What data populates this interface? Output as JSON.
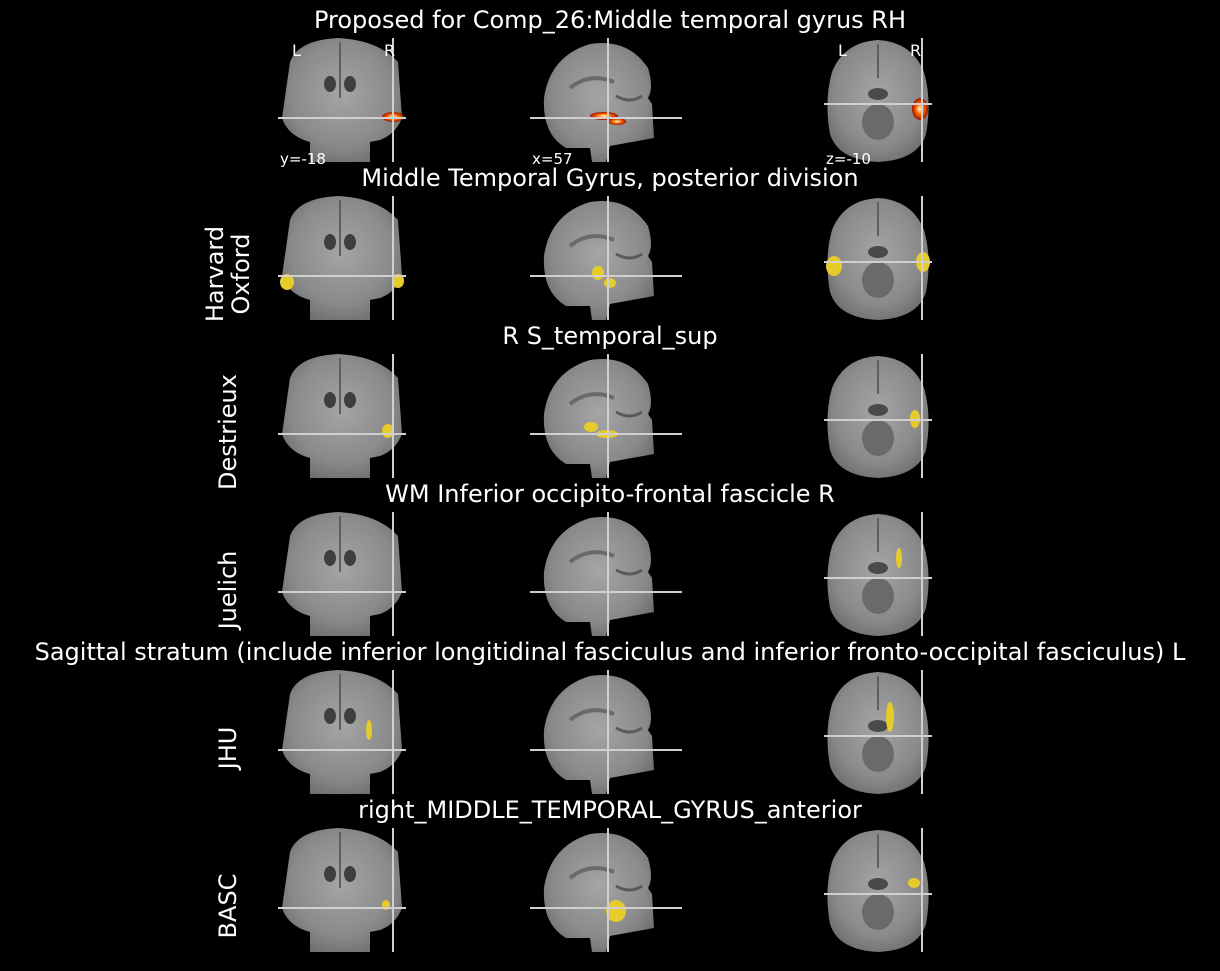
{
  "figure": {
    "rows": [
      {
        "title": "Proposed for Comp_26:Middle temporal gyrus RH",
        "atlas_label": "",
        "overlay": "heat",
        "orientation_left": "L",
        "orientation_right": "R",
        "coords": [
          "y=-18",
          "x=57",
          "z=-10"
        ]
      },
      {
        "title": "Middle Temporal Gyrus, posterior division",
        "atlas_label": "Harvard\nOxford",
        "overlay": "yellow"
      },
      {
        "title": "R S_temporal_sup",
        "atlas_label": "Destrieux",
        "overlay": "yellow"
      },
      {
        "title": "WM Inferior occipito-frontal fascicle R",
        "atlas_label": "Juelich",
        "overlay": "yellow"
      },
      {
        "title": "Sagittal stratum (include inferior longitidinal fasciculus and inferior fronto-occipital fasciculus) L",
        "atlas_label": "JHU",
        "overlay": "yellow"
      },
      {
        "title": "right_MIDDLE_TEMPORAL_GYRUS_anterior",
        "atlas_label": "BASC",
        "overlay": "yellow"
      }
    ],
    "colors": {
      "background": "#000000",
      "brain": "#8a8a8a",
      "crosshair": "#d0d0d0",
      "atlas_overlay": "#e6cc2a",
      "heat_low": "#8b0000",
      "heat_mid": "#ff6a00",
      "heat_high": "#ffffe0"
    }
  }
}
